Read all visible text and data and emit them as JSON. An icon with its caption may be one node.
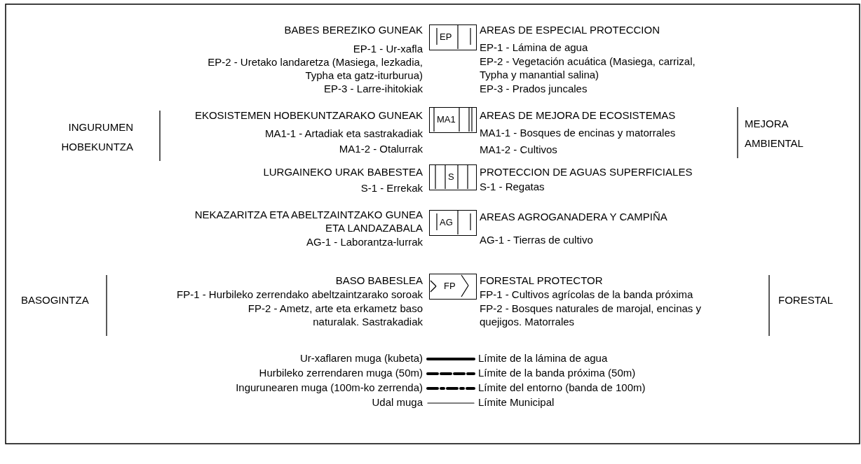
{
  "diagram": {
    "nodes": [
      {
        "text": [
          "EP"
        ],
        "beside": [
          "BABES BEREZIKO GUNEAK",
          "AREAS DE ESPECIAL PROTECCION"
        ]
      },
      {
        "text": [
          "MA1"
        ],
        "beside": [
          "EKOSISTEMEN HOBEKUNTZARAKO GUNEAK",
          "AREAS DE MEJORA DE ECOSISTEMAS"
        ]
      },
      {
        "text": [
          "S"
        ],
        "beside": [
          "LURGAINEKO URAK BABESTEA",
          "PROTECCION DE AGUAS SUPERFICIALES"
        ]
      },
      {
        "text": [
          "AG"
        ],
        "beside": [
          "NEKAZARITZA ETA ABELTZAINTZAKO GUNEA ETA LANDAZABALA",
          "AREAS AGROGANADERA Y CAMPIÑA"
        ]
      },
      {
        "text": [
          "FP"
        ],
        "beside": [
          "BASO BABESLEA",
          "FORESTAL PROTECTOR"
        ]
      }
    ],
    "labels": [
      "EP-1 - Ur-xafla",
      "EP-2 - Uretako landaretza (Masiega, lezkadia, Typha eta gatz-iturburua)",
      "EP-3 - Larre-ihitokiak",
      "EP-1 - Lámina de agua",
      "EP-2 - Vegetación acuática (Masiega, carrizal, Typha y manantial salina)",
      "EP-3 - Prados juncales",
      "INGURUMEN HOBEKUNTZA",
      "MA1-1 - Artadiak eta sastrakadiak",
      "MA1-2 - Otalurrak",
      "MA1-1 - Bosques de encinas y matorrales",
      "MA1-2 - Cultivos",
      "MEJORA AMBIENTAL",
      "S-1 - Errekak",
      "S-1 - Regatas",
      "AG-1 - Laborantza-lurrak",
      "AG-1 - Tierras de cultivo",
      "BASOGINTZA",
      "FP-1 - Hurbileko zerrendako abeltzaintzarako soroak",
      "FP-2 - Ametz, arte eta erkametz baso naturalak. Sastrakadiak",
      "FP-1 - Cultivos agrícolas de la banda próxima",
      "FP-2 - Bosques naturales de marojal, encinas y quejigos. Matorrales",
      "FORESTAL"
    ],
    "legend": [
      {
        "text": "Ur-xaflaren muga (kubeta)"
      },
      {
        "text": "Límite de la lámina de agua"
      },
      {
        "text": "Hurbileko zerrendaren muga (50m)"
      },
      {
        "text": "Límite de la banda próxima (50m)"
      },
      {
        "text": "Ingurunearen muga (100m-ko zerrenda)"
      },
      {
        "text": "Límite del entorno (banda de 100m)"
      },
      {
        "text": "Udal muga"
      },
      {
        "text": "Límite Municipal"
      }
    ]
  }
}
